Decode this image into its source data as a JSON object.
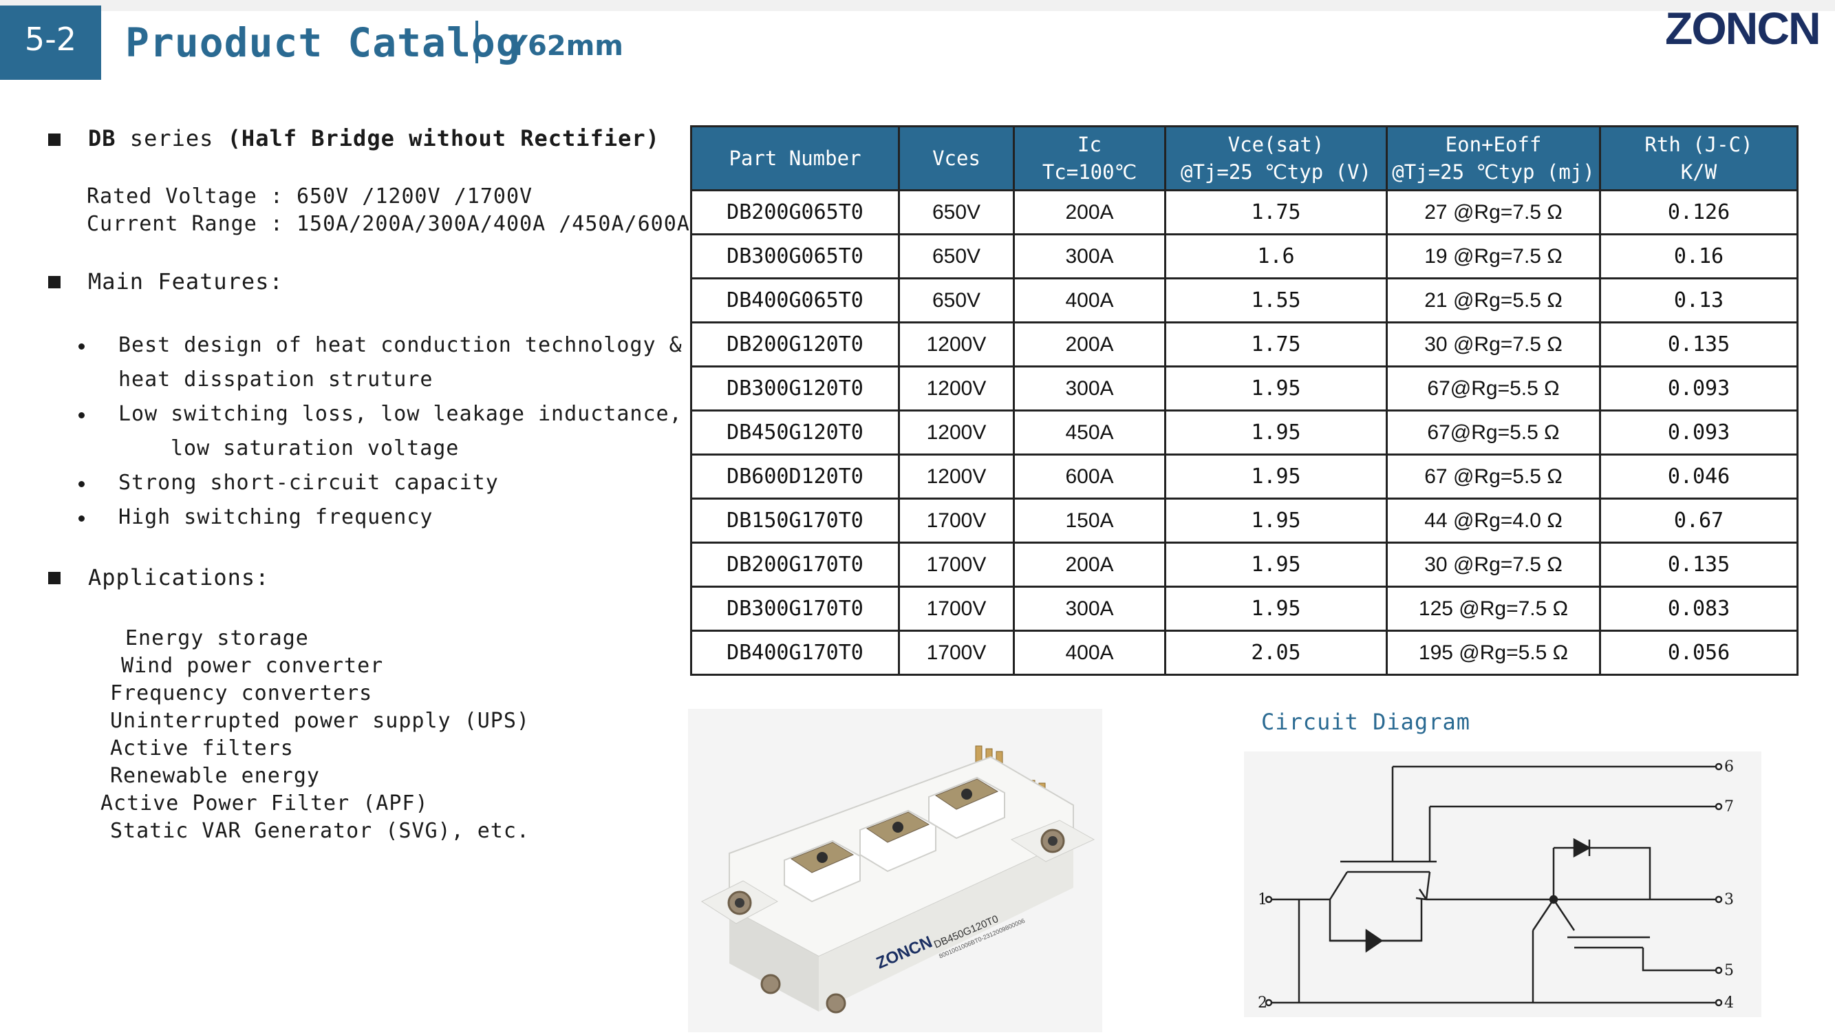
{
  "header": {
    "section": "5-2",
    "title": "Pruoduct Catalog",
    "subtitle": "Y62mm",
    "brand": "ZONCN"
  },
  "left": {
    "series_prefix": "DB",
    "series_word": " series ",
    "series_desc": "(Half Bridge without Rectifier)",
    "rated_voltage": "Rated Voltage : 650V /1200V /1700V",
    "current_range": "Current Range : 150A/200A/300A/400A /450A/600A",
    "features_heading": "Main Features:",
    "features": [
      "Best design of heat conduction technology &",
      "heat disspation struture",
      "Low switching loss, low leakage inductance,",
      "low saturation voltage",
      "Strong short-circuit capacity",
      "High switching frequency"
    ],
    "applications_heading": "Applications:",
    "applications": [
      "Energy storage",
      "Wind power converter",
      "Frequency converters",
      "Uninterrupted power supply (UPS)",
      "Active filters",
      "Renewable energy",
      "Active Power Filter (APF)",
      "Static VAR Generator (SVG), etc."
    ]
  },
  "table": {
    "headers": [
      [
        "Part Number"
      ],
      [
        "Vces"
      ],
      [
        "Ic",
        "Tc=100℃"
      ],
      [
        "Vce(sat)",
        "@Tj=25 ℃typ (V)"
      ],
      [
        "Eon+Eoff",
        "@Tj=25 ℃typ (mj)"
      ],
      [
        "Rth (J-C)",
        "K/W"
      ]
    ],
    "rows": [
      [
        "DB200G065T0",
        "650V",
        "200A",
        "1.75",
        "27 @Rg=7.5 Ω",
        "0.126"
      ],
      [
        "DB300G065T0",
        "650V",
        "300A",
        "1.6",
        "19 @Rg=7.5 Ω",
        "0.16"
      ],
      [
        "DB400G065T0",
        "650V",
        "400A",
        "1.55",
        "21 @Rg=5.5 Ω",
        "0.13"
      ],
      [
        "DB200G120T0",
        "1200V",
        "200A",
        "1.75",
        "30 @Rg=7.5 Ω",
        "0.135"
      ],
      [
        "DB300G120T0",
        "1200V",
        "300A",
        "1.95",
        "67@Rg=5.5 Ω",
        "0.093"
      ],
      [
        "DB450G120T0",
        "1200V",
        "450A",
        "1.95",
        "67@Rg=5.5 Ω",
        "0.093"
      ],
      [
        "DB600D120T0",
        "1200V",
        "600A",
        "1.95",
        "67 @Rg=5.5 Ω",
        "0.046"
      ],
      [
        "DB150G170T0",
        "1700V",
        "150A",
        "1.95",
        "44 @Rg=4.0 Ω",
        "0.67"
      ],
      [
        "DB200G170T0",
        "1700V",
        "200A",
        "1.95",
        "30 @Rg=7.5 Ω",
        "0.135"
      ],
      [
        "DB300G170T0",
        "1700V",
        "300A",
        "1.95",
        "125  @Rg=7.5 Ω",
        "0.083"
      ],
      [
        "DB400G170T0",
        "1700V",
        "400A",
        "2.05",
        "195 @Rg=5.5 Ω",
        "0.056"
      ]
    ]
  },
  "photo": {
    "module_brand": "ZONCN",
    "module_part": "DB450G120T0",
    "module_serial": "8001001006BT0-2312009800006"
  },
  "circuit": {
    "title": "Circuit Diagram",
    "terminals": [
      "1",
      "2",
      "3",
      "4",
      "5",
      "6",
      "7"
    ]
  },
  "colors": {
    "accent": "#2a6a92",
    "brand_navy": "#1b2f62"
  }
}
